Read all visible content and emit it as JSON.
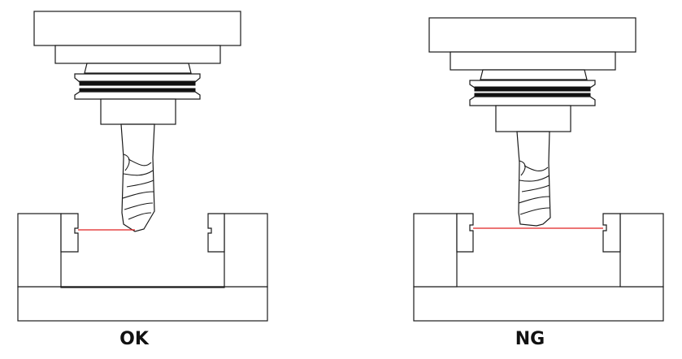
{
  "panels": [
    {
      "id": "ok",
      "label": "OK"
    },
    {
      "id": "ng",
      "label": "NG"
    }
  ],
  "colors": {
    "outline": "#1a1a1a",
    "band": "#111111",
    "laser_line": "#e02020"
  }
}
